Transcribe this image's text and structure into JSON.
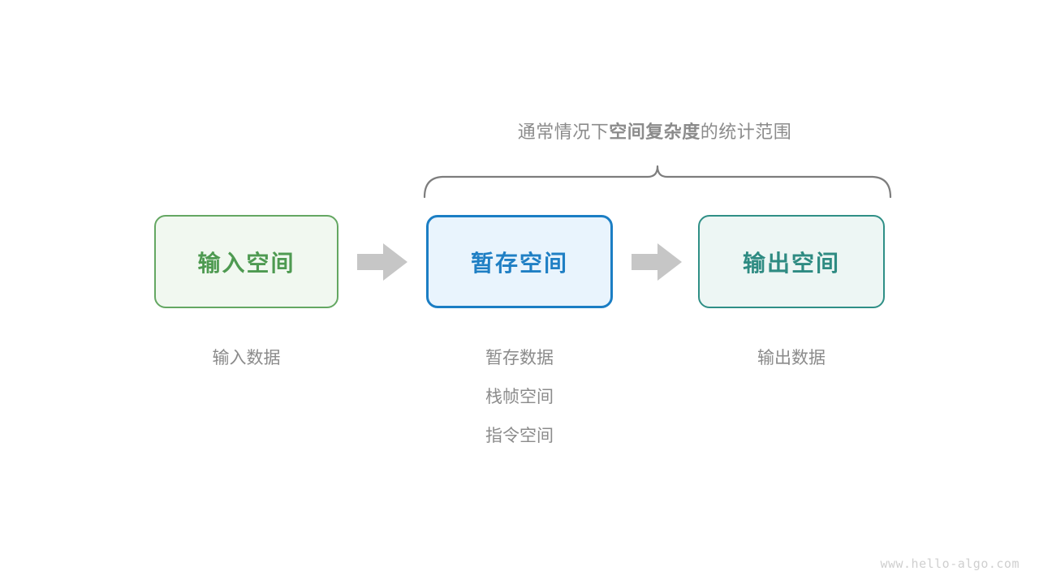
{
  "diagram": {
    "brace_caption": {
      "prefix": "通常情况下",
      "emphasis": "空间复杂度",
      "suffix": "的统计范围"
    },
    "boxes": [
      {
        "label": "输入空间",
        "border_color": "#64a762",
        "fill_color": "#f1f8f0",
        "text_color": "#4e9a51"
      },
      {
        "label": "暂存空间",
        "border_color": "#1b7ec4",
        "fill_color": "#e9f4fd",
        "text_color": "#1f7fc4"
      },
      {
        "label": "输出空间",
        "border_color": "#2f8f86",
        "fill_color": "#edf6f4",
        "text_color": "#2e8b82"
      }
    ],
    "arrows": [
      {
        "name": "arrow-input-to-temp",
        "color": "#c6c6c6"
      },
      {
        "name": "arrow-temp-to-output",
        "color": "#c6c6c6"
      }
    ],
    "captions": {
      "input": [
        "输入数据"
      ],
      "temp": [
        "暂存数据",
        "栈帧空间",
        "指令空间"
      ],
      "output": [
        "输出数据"
      ]
    },
    "brace_color": "#7d7d7d",
    "caption_text_color": "#8b8b8b",
    "watermark": "www.hello-algo.com"
  }
}
